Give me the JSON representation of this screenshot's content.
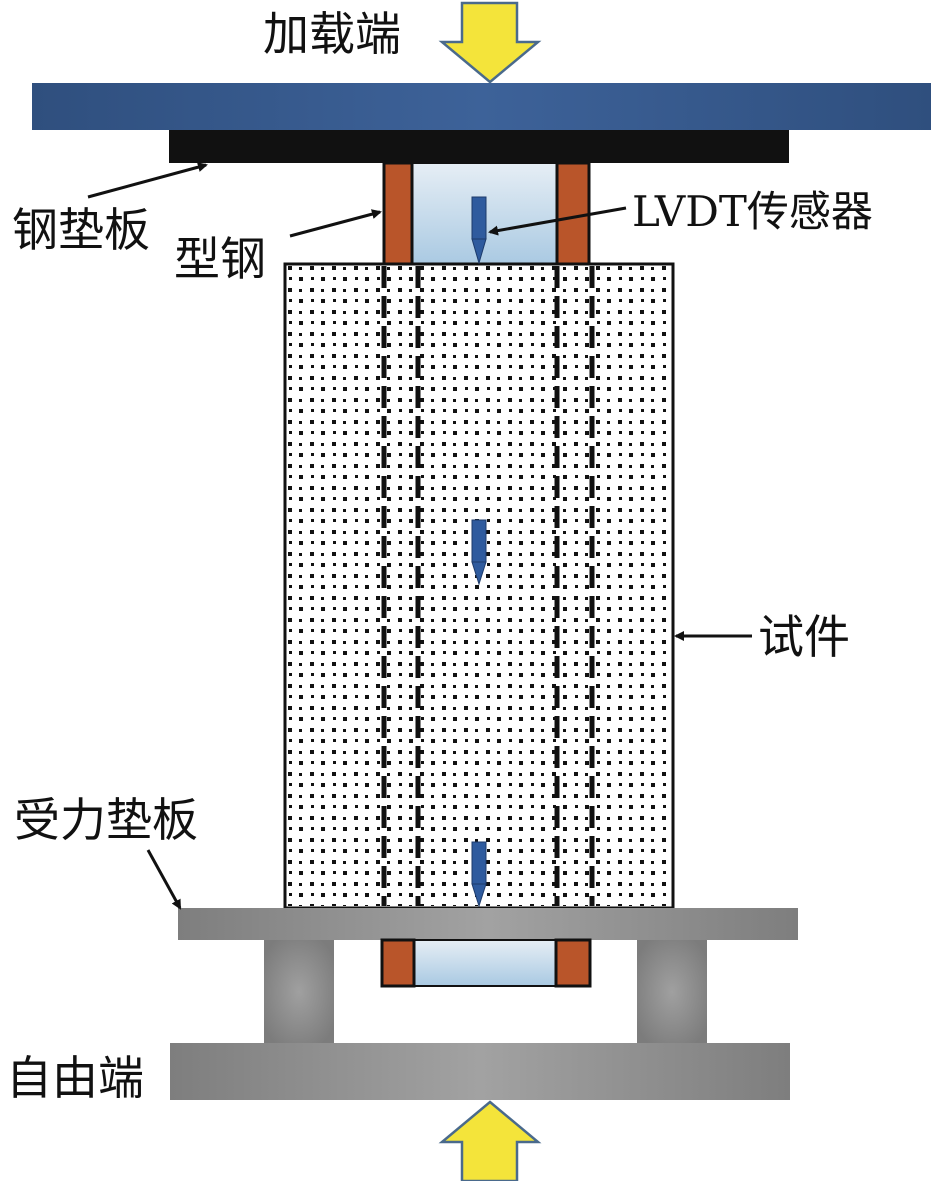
{
  "labels": {
    "loading_end": "加载端",
    "steel_pad": "钢垫板",
    "section_steel": "型钢",
    "lvdt": "LVDT传感器",
    "specimen": "试件",
    "bearing_plate": "受力垫板",
    "free_end": "自由端"
  },
  "colors": {
    "top_plate": "#3a5e95",
    "steel_pad": "#111111",
    "section_steel": "#b9552a",
    "gap_fill": "#bcd6e8",
    "sensor": "#2f5b9e",
    "arrow": "#f4e43a",
    "arrow_stroke": "#4a6a8c",
    "grey": "#8f8f8f"
  }
}
